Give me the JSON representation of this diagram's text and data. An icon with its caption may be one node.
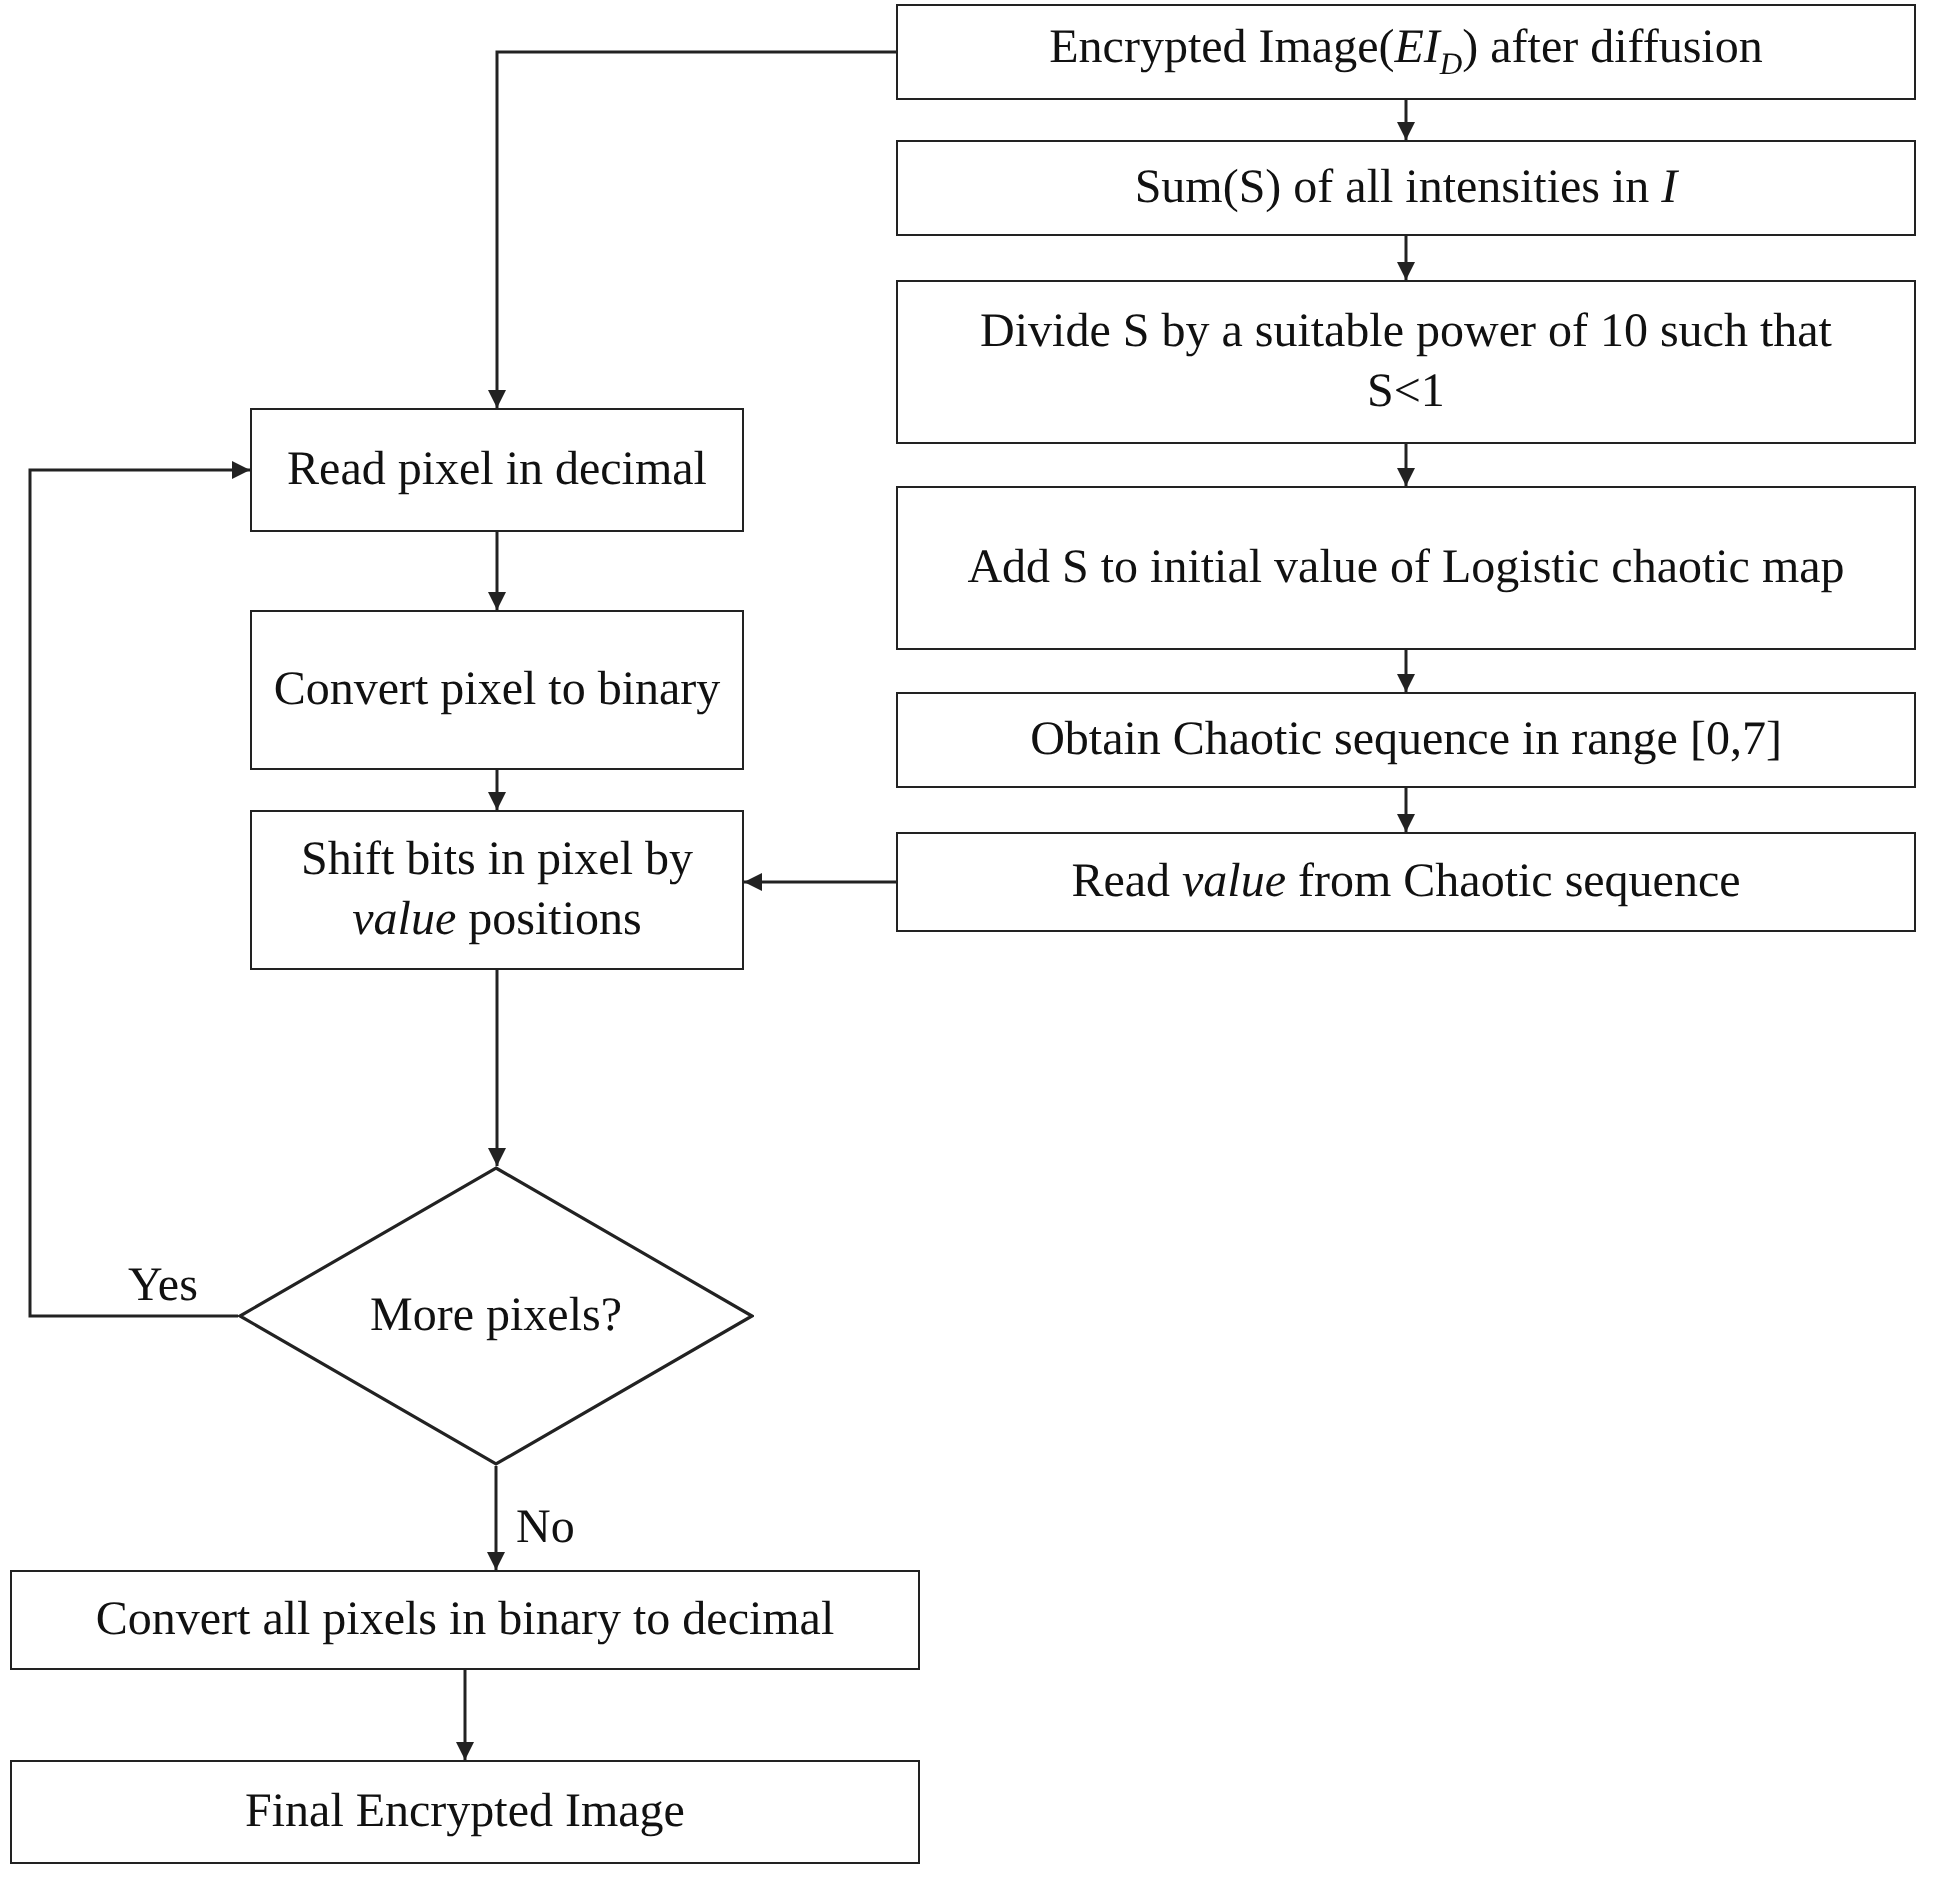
{
  "diagram": {
    "nodes": [
      {
        "text": [
          "Encrypted Image(*EI*$_{D}$) after diffusion"
        ]
      },
      {
        "text": [
          "Sum(S) of all intensities in *I*"
        ]
      },
      {
        "text": [
          "Divide S by a suitable power of 10 such that S<1"
        ]
      },
      {
        "text": [
          "Add S to initial value of Logistic chaotic map"
        ]
      },
      {
        "text": [
          "Obtain Chaotic sequence in range [0,7]"
        ]
      },
      {
        "text": [
          "Read *value* from Chaotic sequence"
        ]
      },
      {
        "text": [
          "Read pixel in decimal"
        ]
      },
      {
        "text": [
          "Convert pixel to binary"
        ]
      },
      {
        "text": [
          "Shift bits in pixel by *value* positions"
        ]
      },
      {
        "text": [
          "More pixels?"
        ]
      },
      {
        "text": [
          "Convert all pixels in binary to decimal"
        ]
      },
      {
        "text": [
          "Final Encrypted Image"
        ]
      }
    ],
    "edges": [
      {
        "from": 0,
        "to": 1,
        "arrow": "to"
      },
      {
        "from": 1,
        "to": 2,
        "arrow": "to"
      },
      {
        "from": 2,
        "to": 3,
        "arrow": "to"
      },
      {
        "from": 3,
        "to": 4,
        "arrow": "to"
      },
      {
        "from": 4,
        "to": 5,
        "arrow": "to"
      },
      {
        "from": 0,
        "to": 6,
        "arrow": "to"
      },
      {
        "from": 6,
        "to": 7,
        "arrow": "to"
      },
      {
        "from": 7,
        "to": 8,
        "arrow": "to"
      },
      {
        "from": 5,
        "to": 8,
        "arrow": "to"
      },
      {
        "from": 8,
        "to": 9,
        "arrow": "to"
      },
      {
        "from": 9,
        "to": 6,
        "arrow": "to",
        "label": "Yes"
      },
      {
        "from": 9,
        "to": 10,
        "arrow": "to",
        "label": "No"
      },
      {
        "from": 10,
        "to": 11,
        "arrow": "to"
      }
    ]
  }
}
